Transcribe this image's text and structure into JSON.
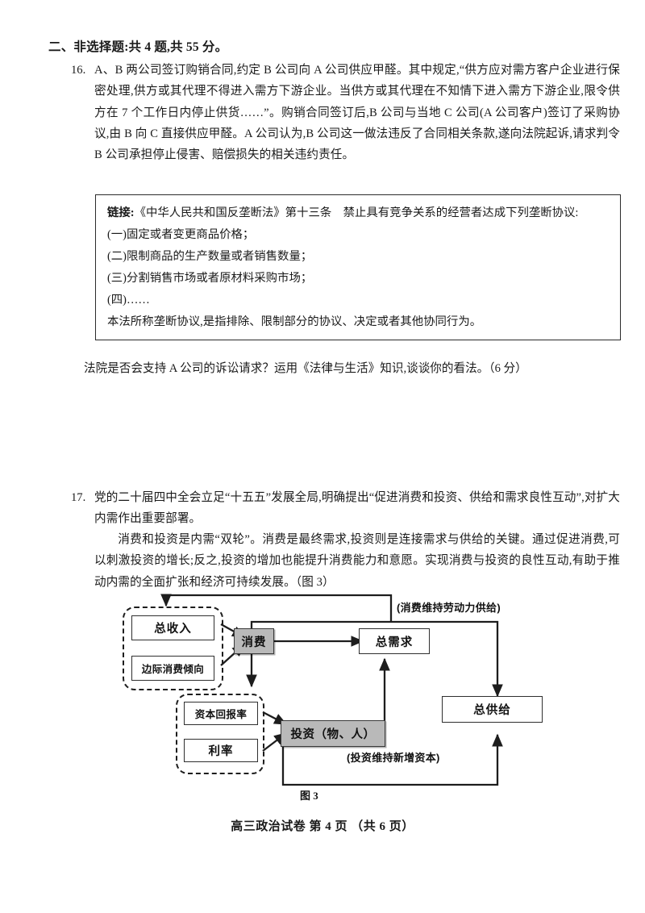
{
  "page": {
    "section_heading": "二、非选择题:共 4 题,共 55 分。",
    "footer": "高三政治试卷  第 4 页  （共 6 页）"
  },
  "question16": {
    "number": "16.",
    "body": "A、B 两公司签订购销合同,约定 B 公司向 A 公司供应甲醛。其中规定,“供方应对需方客户企业进行保密处理,供方或其代理不得进入需方下游企业。当供方或其代理在不知情下进入需方下游企业,限令供方在 7 个工作日内停止供货……”。购销合同签订后,B 公司与当地 C 公司(A 公司客户)签订了采购协议,由 B 向 C 直接供应甲醛。A 公司认为,B 公司这一做法违反了合同相关条款,遂向法院起诉,请求判令 B 公司承担停止侵害、赔偿损失的相关违约责任。",
    "link_box": {
      "label": "链接:",
      "line1_rest": "《中华人民共和国反垄断法》第十三条　禁止具有竞争关系的经营者达成下列垄断协议:",
      "items": [
        "(一)固定或者变更商品价格；",
        "(二)限制商品的生产数量或者销售数量；",
        "(三)分割销售市场或者原材料采购市场；",
        "(四)……"
      ],
      "closing": "本法所称垄断协议,是指排除、限制部分的协议、决定或者其他协同行为。"
    },
    "ask": "法院是否会支持 A 公司的诉讼请求？运用《法律与生活》知识,谈谈你的看法。（6 分）"
  },
  "question17": {
    "number": "17.",
    "para1": "党的二十届四中全会立足“十五五”发展全局,明确提出“促进消费和投资、供给和需求良性互动”,对扩大内需作出重要部署。",
    "para2": "消费和投资是内需“双轮”。消费是最终需求,投资则是连接需求与供给的关键。通过促进消费,可以刺激投资的增长;反之,投资的增加也能提升消费能力和意愿。实现消费与投资的良性互动,有助于推动内需的全面扩张和经济可持续发展。（图 3）"
  },
  "diagram": {
    "caption": "图 3",
    "nodes": {
      "total_income": "总收入",
      "marginal_propensity": "边际消费倾向",
      "consumption": "消费",
      "aggregate_demand": "总需求",
      "capital_return_rate": "资本回报率",
      "interest_rate": "利率",
      "investment": "投资（物、人）",
      "aggregate_supply": "总供给"
    },
    "annotations": {
      "labor_supply": "(消费维持劳动力供给)",
      "new_capital": "(投资维持新增资本)"
    },
    "colors": {
      "shaded_fill": "#b9b9b9",
      "stroke": "#2f2f2f",
      "page_text": "#1a1a1a"
    }
  }
}
